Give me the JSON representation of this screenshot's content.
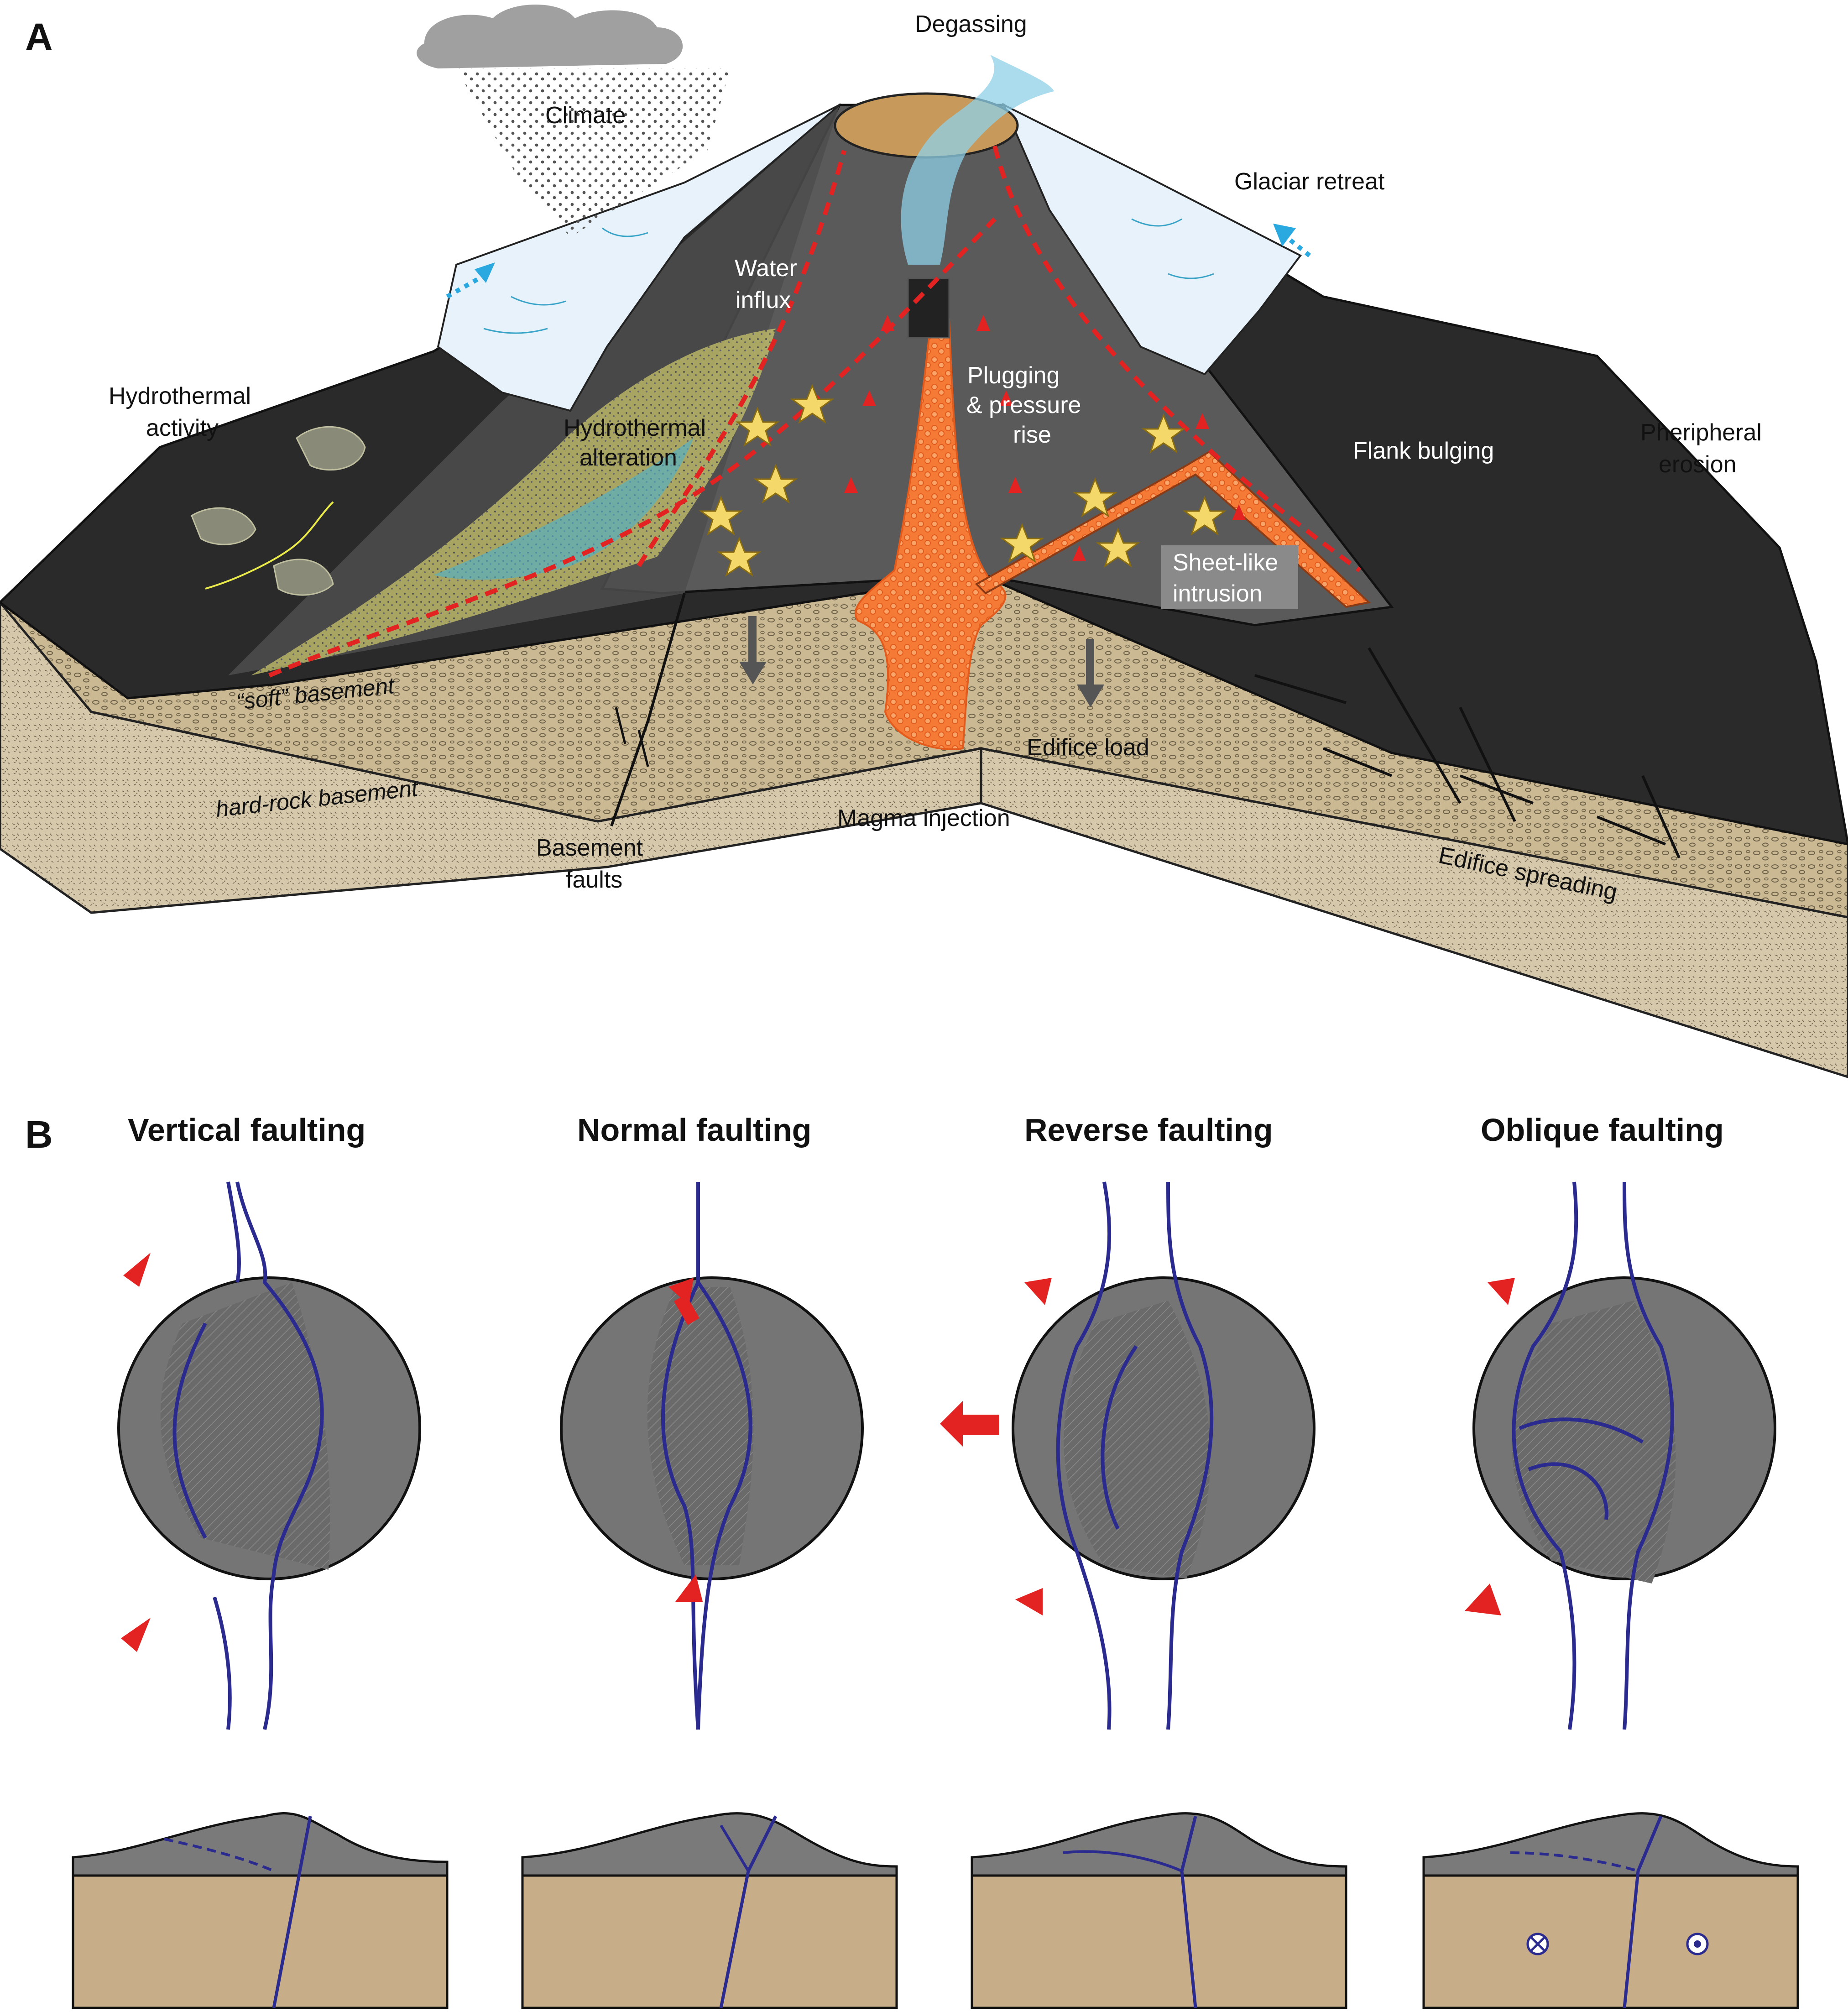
{
  "panel_a": {
    "letter": "A",
    "labels": {
      "degassing": "Degassing",
      "climate": "Climate",
      "glaciar_retreat": "Glaciar retreat",
      "water_influx_1": "Water",
      "water_influx_2": "influx",
      "hydrothermal_activity_1": "Hydrothermal",
      "hydrothermal_activity_2": "activity",
      "hydrothermal_alteration_1": "Hydrothermal",
      "hydrothermal_alteration_2": "alteration",
      "plugging_1": "Plugging",
      "plugging_2": "& pressure",
      "plugging_3": "rise",
      "flank_bulging": "Flank bulging",
      "peripheral_erosion_1": "Pheripheral",
      "peripheral_erosion_2": "erosion",
      "sheet_intrusion_1": "Sheet-like",
      "sheet_intrusion_2": "intrusion",
      "soft_basement": "“soft” basement",
      "hard_rock_basement": "hard-rock basement",
      "basement_faults_1": "Basement",
      "basement_faults_2": "faults",
      "edifice_load": "Edifice load",
      "magma_injection": "Magma injection",
      "edifice_spreading": "Edifice spreading"
    }
  },
  "panel_b": {
    "letter": "B",
    "columns": [
      {
        "title": "Vertical faulting"
      },
      {
        "title": "Normal faulting"
      },
      {
        "title": "Reverse faulting"
      },
      {
        "title": "Oblique faulting"
      }
    ]
  },
  "colors": {
    "edifice_dark": "#2b2b2b",
    "edifice_gray": "#5a5a5a",
    "glacier": "#e8f2fa",
    "basement": "#d6c8ab",
    "basement_soft": "#c9b893",
    "magma": "#f26a2a",
    "fault_red": "#e32222",
    "fault_blue": "#2a2a8f",
    "disk_gray": "#7a7a7a",
    "block_tan": "#c8ae88"
  }
}
